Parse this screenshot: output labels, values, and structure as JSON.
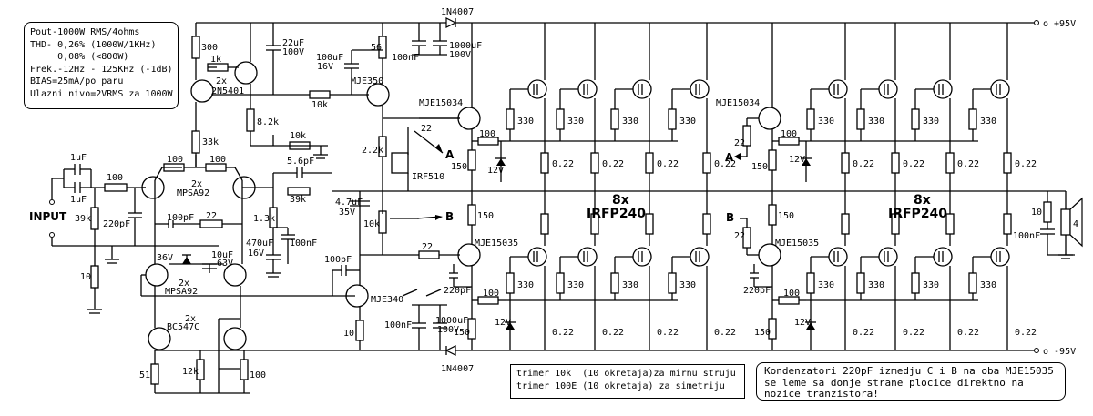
{
  "specs": [
    "Pout-1000W RMS/4ohms",
    "THD- 0,26% (1000W/1KHz)",
    "     0,08% (<800W)",
    "Frek.-12Hz - 125KHz (-1dB)",
    "BIAS=25mA/po paru",
    "Ulazni nivo=2VRMS za 1000W"
  ],
  "rails": {
    "pos": "o +95V",
    "neg": "o -95V"
  },
  "input_label": "INPUT",
  "trimers": [
    "trimer 10k  (10 okretaja)za mirnu struju",
    "trimer 100E (10 okretaja) za simetriju"
  ],
  "notes": [
    "Kondenzatori 220pF izmedju C i B na oba MJE15035",
    "se leme sa donje strane plocice direktno na",
    "nozice tranzistora!"
  ],
  "labels": {
    "r300": "300",
    "c22u": "22uF",
    "c22u_v": "100V",
    "r56": "56",
    "d1": "1N4007",
    "c1000u_top": "1000uF",
    "c1000u_top_v": "100V",
    "c100n_top": "100nF",
    "c100u": "100uF",
    "c100u_v": "16V",
    "r1k": "1k",
    "q2x_top": "2x",
    "q2n5401": "2N5401",
    "mje350": "MJE350",
    "r10k_a": "10k",
    "r82k": "8.2k",
    "r10k_b": "10k",
    "r33k": "33k",
    "mje15034_l": "MJE15034",
    "r22_l": "22",
    "r22k": "2.2k",
    "irf510": "IRF510",
    "lblA_l": "A",
    "c1u_a": "1uF",
    "c1u_b": "1uF",
    "r100_in": "100",
    "r39k": "39k",
    "c220p_in": "220pF",
    "r10_in": "10",
    "r100_a": "100",
    "r100_b": "100",
    "q2x_mpsa92": "2x",
    "mpsa92_top": "MPSA92",
    "c56p": "5.6pF",
    "r39k_fb": "39k",
    "c47u": "4.7uF",
    "c47u_v": "35V",
    "r10k_trim": "10k",
    "lblB_l": "B",
    "r13k": "1.3k",
    "c470u": "470uF",
    "c470u_v": "16V",
    "c100n_mid": "100nF",
    "c100p_mid": "100pF",
    "r22_mid": "22",
    "z36v": "36V",
    "c10u": "10uF",
    "c10u_v": "63V",
    "q2x_mpsa92b": "2x",
    "mpsa92_bot": "MPSA92",
    "c100p_vas": "100pF",
    "mje340": "MJE340",
    "r22_b": "22",
    "mje15035_l": "MJE15035",
    "c220p_l": "220pF",
    "q2x_bc": "2x",
    "bc547c": "BC547C",
    "r12k": "12k",
    "r100_trim": "100",
    "r51": "51",
    "r10_vas": "10",
    "c100n_bot": "100nF",
    "c1000u_bot": "1000uF",
    "c1000u_bot_v": "100V",
    "d2": "1N4007",
    "r100_dl": "100",
    "z12v_l": "12V",
    "r150_a": "150",
    "r150_b": "150",
    "r150_c": "150",
    "r330": "330",
    "r022": "0.22",
    "fets_count": "8x",
    "fets_type": "IRFP240",
    "mje15034_r": "MJE15034",
    "r22_r": "22",
    "lblA_r": "A",
    "r100_dr": "100",
    "z12v_r": "12V",
    "lblB_r": "B",
    "r22_rb": "22",
    "mje15035_r": "MJE15035",
    "c220p_r": "220pF",
    "r10_out": "10",
    "c100n_out": "100nF",
    "spk": "4"
  }
}
